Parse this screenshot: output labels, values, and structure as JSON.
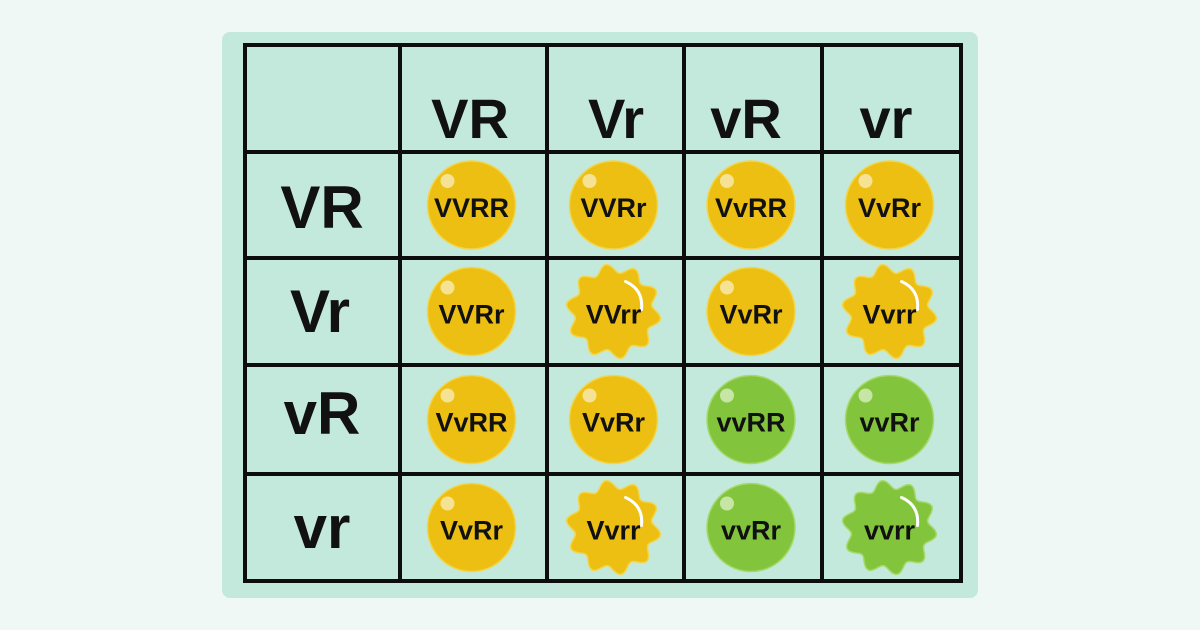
{
  "colors": {
    "background": "#eff8f4",
    "panel": "#c2e9db",
    "grid": "#0d0d0d",
    "yellow": "#ecbf12",
    "yellow_edge": "#f2d54a",
    "green": "#82c53d",
    "green_edge": "#a6d86a",
    "text": "#111111"
  },
  "punnett": {
    "column_headers": [
      "VR",
      "Vr",
      "vR",
      "vr"
    ],
    "row_headers": [
      "VR",
      "Vr",
      "vR",
      "vr"
    ],
    "cells": [
      [
        {
          "genotype": "VVRR",
          "color": "yellow",
          "shape": "round"
        },
        {
          "genotype": "VVRr",
          "color": "yellow",
          "shape": "round"
        },
        {
          "genotype": "VvRR",
          "color": "yellow",
          "shape": "round"
        },
        {
          "genotype": "VvRr",
          "color": "yellow",
          "shape": "round"
        }
      ],
      [
        {
          "genotype": "VVRr",
          "color": "yellow",
          "shape": "round"
        },
        {
          "genotype": "VVrr",
          "color": "yellow",
          "shape": "wrinkled"
        },
        {
          "genotype": "VvRr",
          "color": "yellow",
          "shape": "round"
        },
        {
          "genotype": "Vvrr",
          "color": "yellow",
          "shape": "wrinkled"
        }
      ],
      [
        {
          "genotype": "VvRR",
          "color": "yellow",
          "shape": "round"
        },
        {
          "genotype": "VvRr",
          "color": "yellow",
          "shape": "round"
        },
        {
          "genotype": "vvRR",
          "color": "green",
          "shape": "round"
        },
        {
          "genotype": "vvRr",
          "color": "green",
          "shape": "round"
        }
      ],
      [
        {
          "genotype": "VvRr",
          "color": "yellow",
          "shape": "round"
        },
        {
          "genotype": "Vvrr",
          "color": "yellow",
          "shape": "wrinkled"
        },
        {
          "genotype": "vvRr",
          "color": "green",
          "shape": "round"
        },
        {
          "genotype": "vvrr",
          "color": "green",
          "shape": "wrinkled"
        }
      ]
    ]
  }
}
